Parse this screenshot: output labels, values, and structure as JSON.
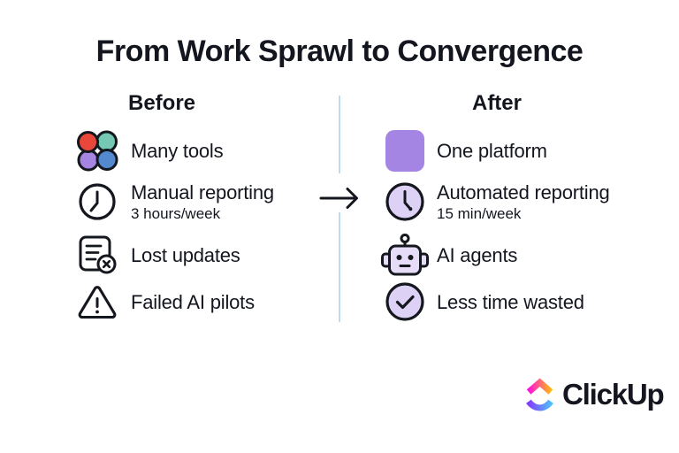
{
  "title": "From Work Sprawl to Convergence",
  "columns": {
    "before": {
      "header": "Before",
      "items": [
        {
          "icon": "many-tools-icon",
          "label": "Many tools"
        },
        {
          "icon": "clock-icon",
          "label": "Manual reporting",
          "sublabel": "3 hours/week"
        },
        {
          "icon": "lost-document-icon",
          "label": "Lost updates"
        },
        {
          "icon": "warning-triangle-icon",
          "label": "Failed AI pilots"
        }
      ]
    },
    "after": {
      "header": "After",
      "items": [
        {
          "icon": "platform-square-icon",
          "label": "One platform"
        },
        {
          "icon": "clock-filled-icon",
          "label": "Automated reporting",
          "sublabel": "15 min/week"
        },
        {
          "icon": "robot-icon",
          "label": "AI agents"
        },
        {
          "icon": "check-circle-icon",
          "label": "Less time wasted"
        }
      ]
    }
  },
  "center": {
    "icon": "right-arrow-icon"
  },
  "brand": {
    "name": "ClickUp",
    "icon": "clickup-logo-icon"
  },
  "colors": {
    "text": "#14161f",
    "divider_blue": "#bcd9ef",
    "accent_purple": "#a585e3",
    "light_purple_fill": "#ddd2f6",
    "robot_fill": "#e6dcf8",
    "tool_red": "#e8473a",
    "tool_teal": "#74c8b4",
    "tool_purple": "#a584e2",
    "tool_blue": "#5289cf",
    "logo_top_gradient": [
      "#FF02F0",
      "#FFC800"
    ],
    "logo_bottom_gradient": [
      "#8930FD",
      "#49CCF9"
    ]
  }
}
